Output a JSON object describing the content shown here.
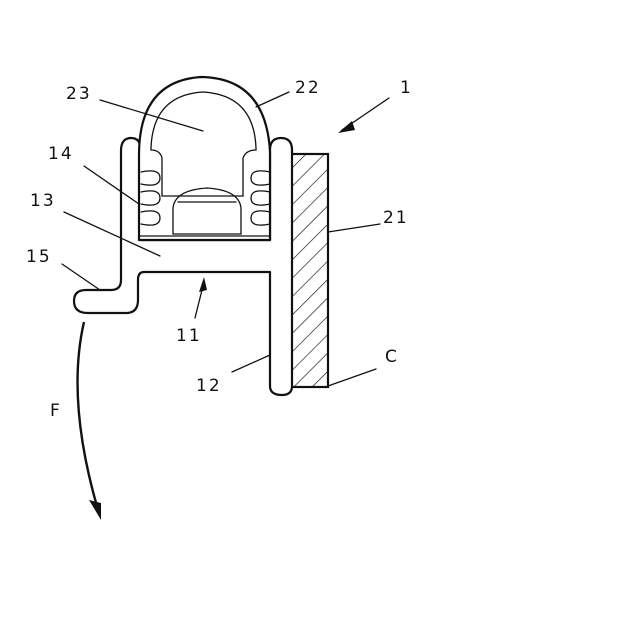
{
  "figure": {
    "labels": {
      "assembly": "1",
      "base": "11",
      "side_wall": "12",
      "upper_wall": "13",
      "lip": "14",
      "flange": "15",
      "panel": "21",
      "tube": "22",
      "hollow": "23",
      "edge": "C",
      "force": "F"
    }
  }
}
